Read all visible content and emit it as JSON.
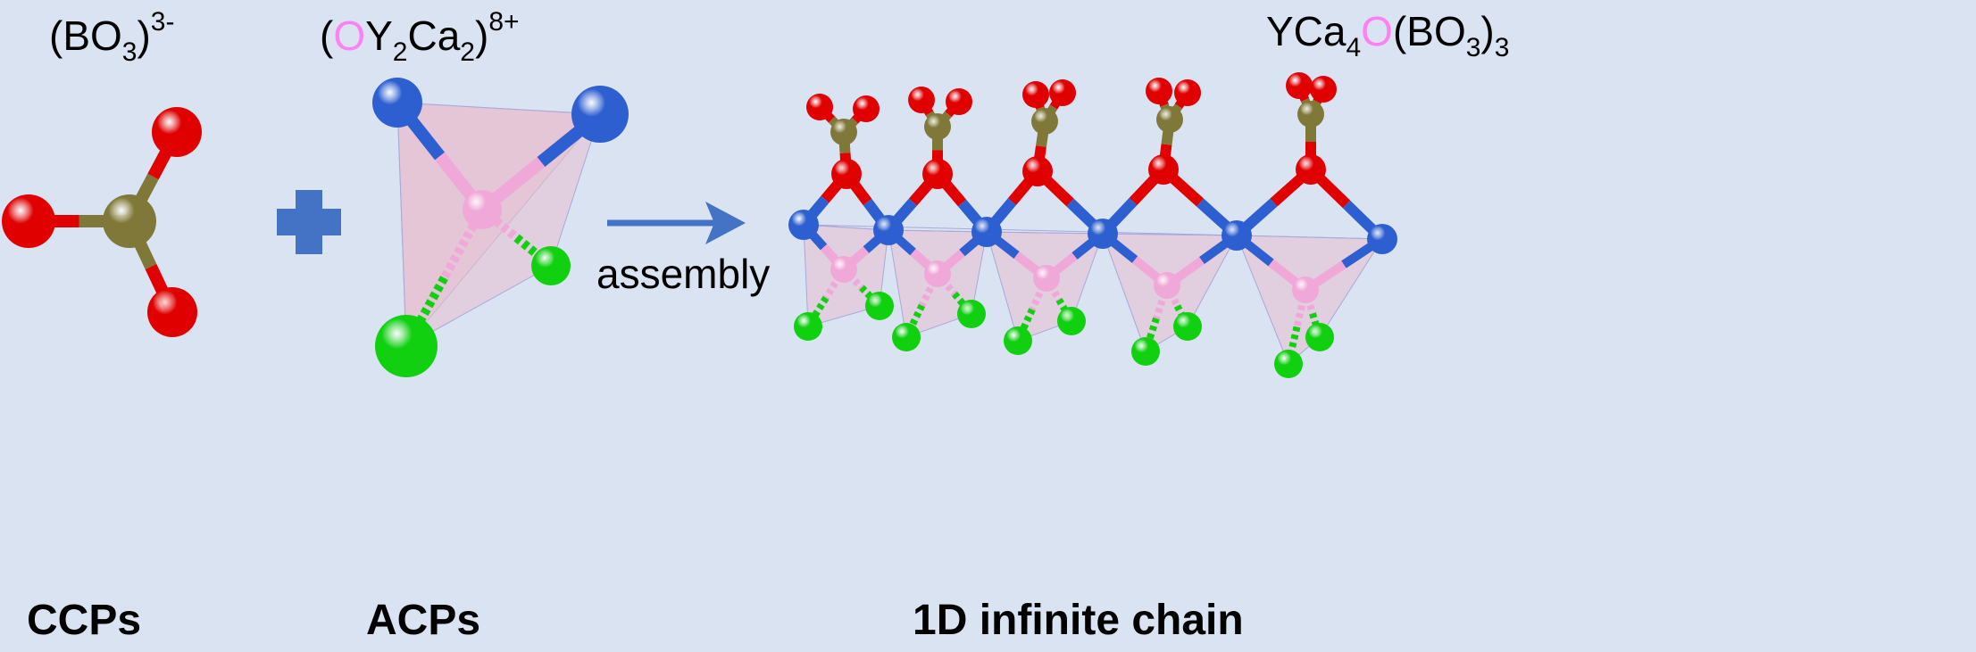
{
  "titles": {
    "ccp": {
      "base": "(BO",
      "sub1": "3",
      "close": ")",
      "sup": "3-"
    },
    "acp": {
      "open": "(",
      "o": "O",
      "y": "Y",
      "sub1": "2",
      "ca": "Ca",
      "sub2": "2",
      "close": ")",
      "sup": "8+"
    },
    "chain": {
      "yca": "YCa",
      "sub1": "4",
      "o": "O",
      "bo": "(BO",
      "sub2": "3",
      "close": ")",
      "sub3": "3"
    }
  },
  "labels": {
    "ccp": "CCPs",
    "acp": "ACPs",
    "chain": "1D infinite chain",
    "arrow": "assembly"
  },
  "colors": {
    "background": "#dae3f2",
    "oxygen": "#e00000",
    "boron": "#807838",
    "yttrium": "#2e5fd0",
    "calcium": "#10d010",
    "anion_oxygen": "#f0a8d8",
    "polyhedron": "#e8c0d0",
    "accent": "#4472c4"
  }
}
